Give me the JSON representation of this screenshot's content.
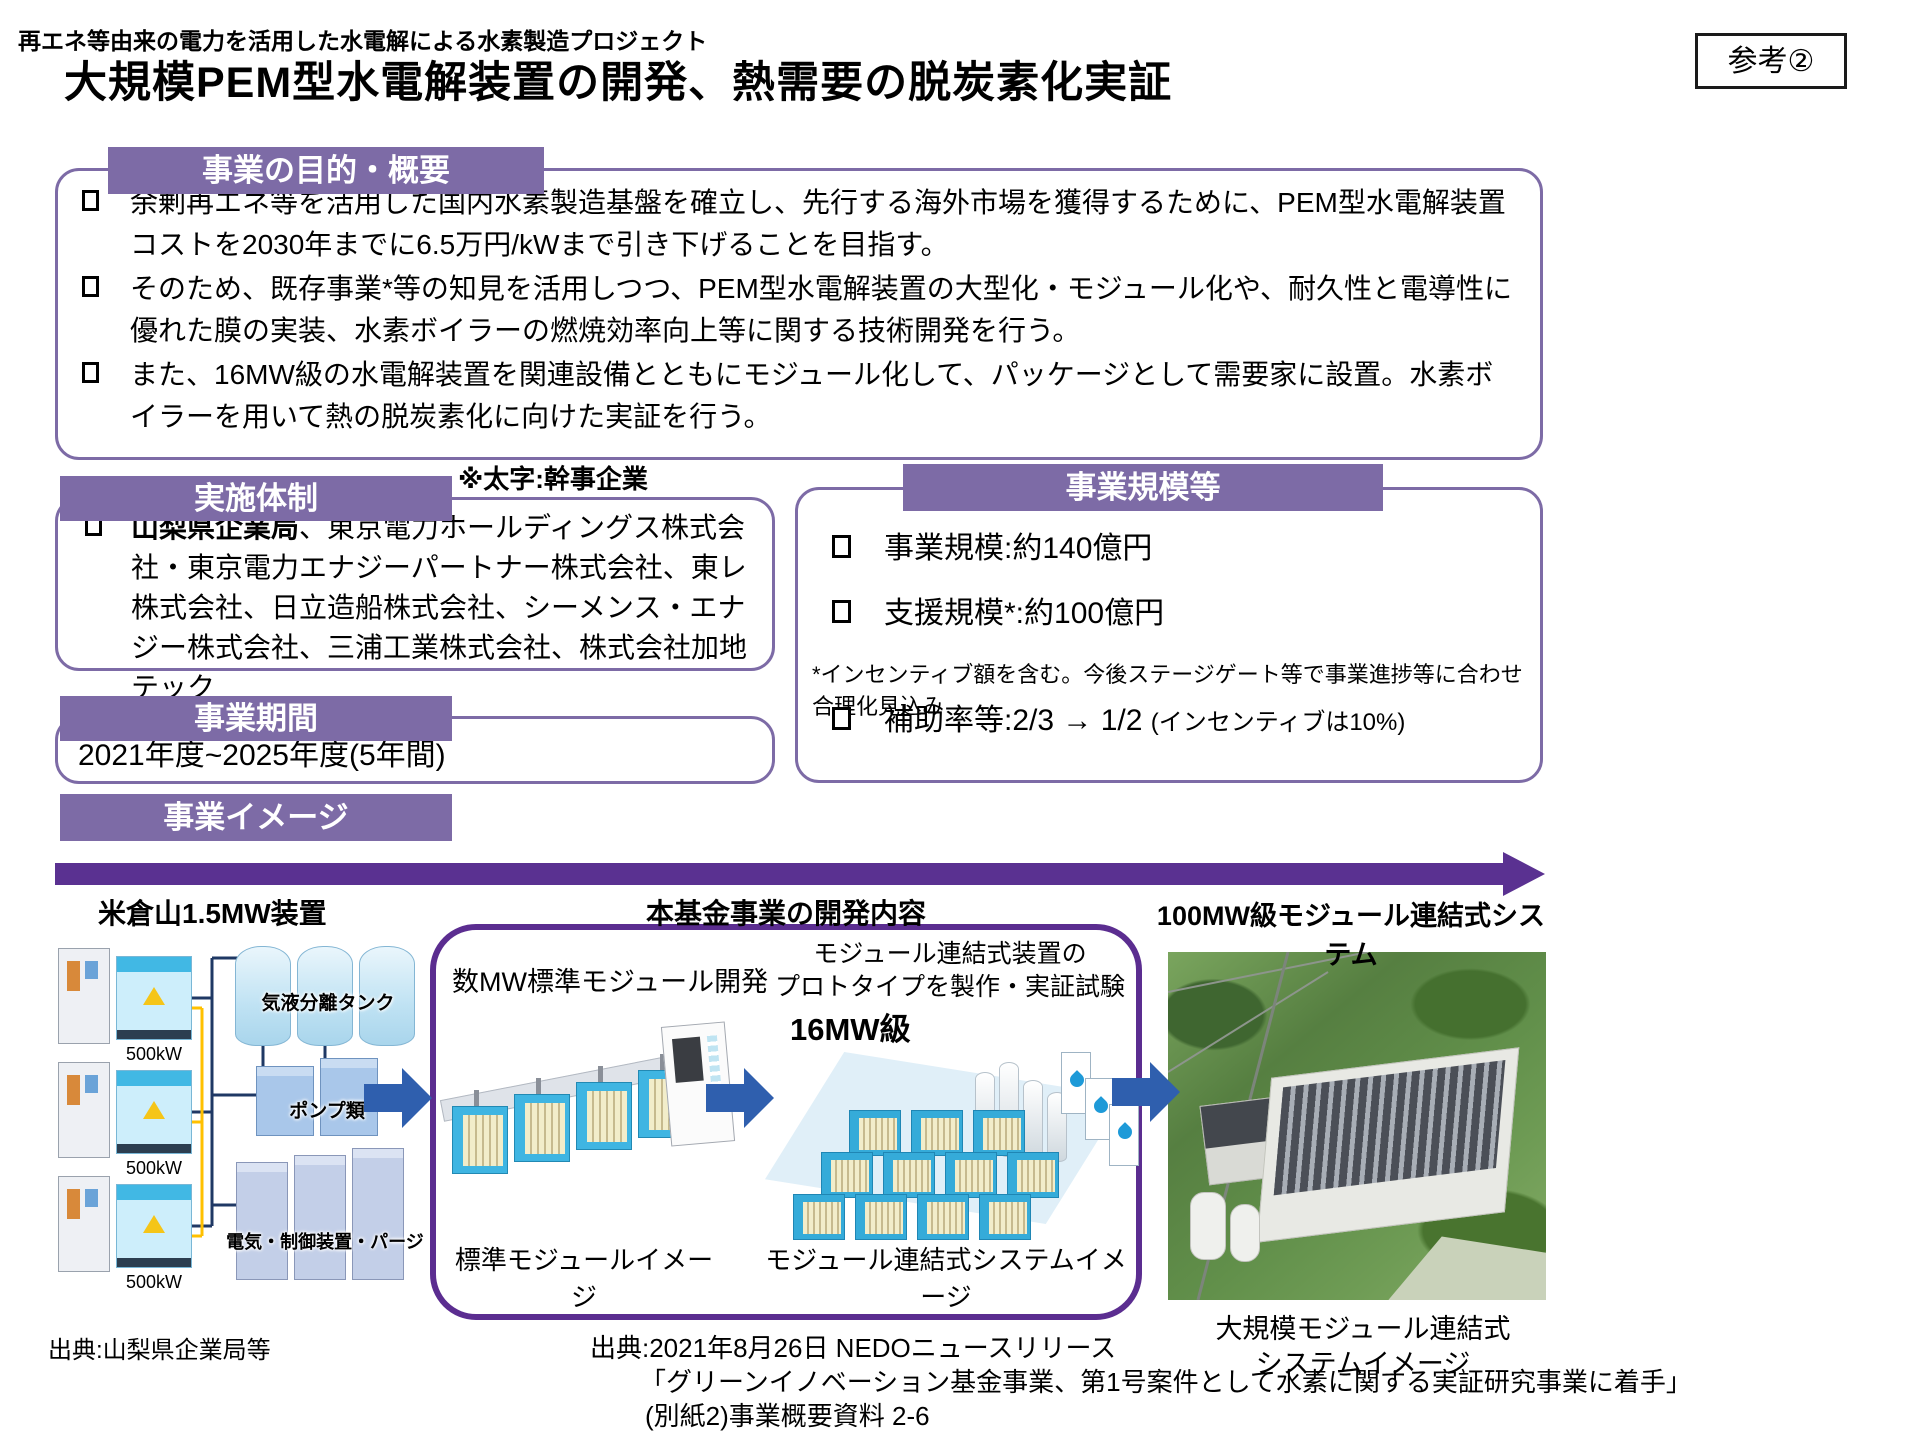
{
  "colors": {
    "accent_purple": "#7d6ba6",
    "deep_purple": "#5b2d90",
    "big_arrow_purple": "#5a3191",
    "process_arrow_blue": "#2f5fae"
  },
  "header": {
    "project_tag": "再エネ等由来の電力を活用した水電解による水素製造プロジェクト",
    "title": "大規模PEM型水電解装置の開発、熱需要の脱炭素化実証",
    "reference": "参考②"
  },
  "purpose": {
    "title": "事業の目的・概要",
    "bullets": [
      "余剰再エネ等を活用した国内水素製造基盤を確立し、先行する海外市場を獲得するために、PEM型水電解装置コストを2030年までに6.5万円/kWまで引き下げることを目指す。",
      "そのため、既存事業*等の知見を活用しつつ、PEM型水電解装置の大型化・モジュール化や、耐久性と電導性に優れた膜の実装、水素ボイラーの燃焼効率向上等に関する技術開発を行う。",
      "また、16MW級の水電解装置を関連設備とともにモジュール化して、パッケージとして需要家に設置。水素ボイラーを用いて熱の脱炭素化に向けた実証を行う。"
    ]
  },
  "team": {
    "title": "実施体制",
    "note": "※太字:幹事企業",
    "lead": "山梨県企業局",
    "rest": "、東京電力ホールディングス株式会社・東京電力エナジーパートナー株式会社、東レ株式会社、日立造船株式会社、シーメンス・エナジー株式会社、三浦工業株式会社、株式会社加地テック"
  },
  "scale": {
    "title": "事業規模等",
    "item1": "事業規模:約140億円",
    "item2": "支援規模*:約100億円",
    "note": "*インセンティブ額を含む。今後ステージゲート等で事業進捗等に合わせ合理化見込み",
    "subsidy": "補助率等:2/3 → 1/2",
    "subsidy_note": "(インセンティブは10%)"
  },
  "period": {
    "title": "事業期間",
    "value": "2021年度~2025年度(5年間)"
  },
  "image": {
    "title": "事業イメージ",
    "left_label": "米倉山1.5MW装置",
    "center_label": "本基金事業の開発内容",
    "right_label": "100MW級モジュール連結式システム",
    "unit_kw": "500kW",
    "tank": "気液分離タンク",
    "pumps": "ポンプ類",
    "electric": "電気・制御装置・パージ",
    "left_source": "出典:山梨県企業局等",
    "dev_left": "数MW標準モジュール開発",
    "dev_right": "モジュール連結式装置の\nプロトタイプを製作・実証試験",
    "dev_right_sub": "16MW級",
    "cap_std": "標準モジュールイメージ",
    "cap_16": "モジュール連結式システムイメージ",
    "cap_100": "大規模モジュール連結式\nシステムイメージ"
  },
  "footer": {
    "line1": "出典:2021年8月26日 NEDOニュースリリース",
    "line2": "「グリーンイノベーション基金事業、第1号案件として水素に関する実証研究事業に着手」",
    "line3": "(別紙2)事業概要資料 2-6"
  }
}
